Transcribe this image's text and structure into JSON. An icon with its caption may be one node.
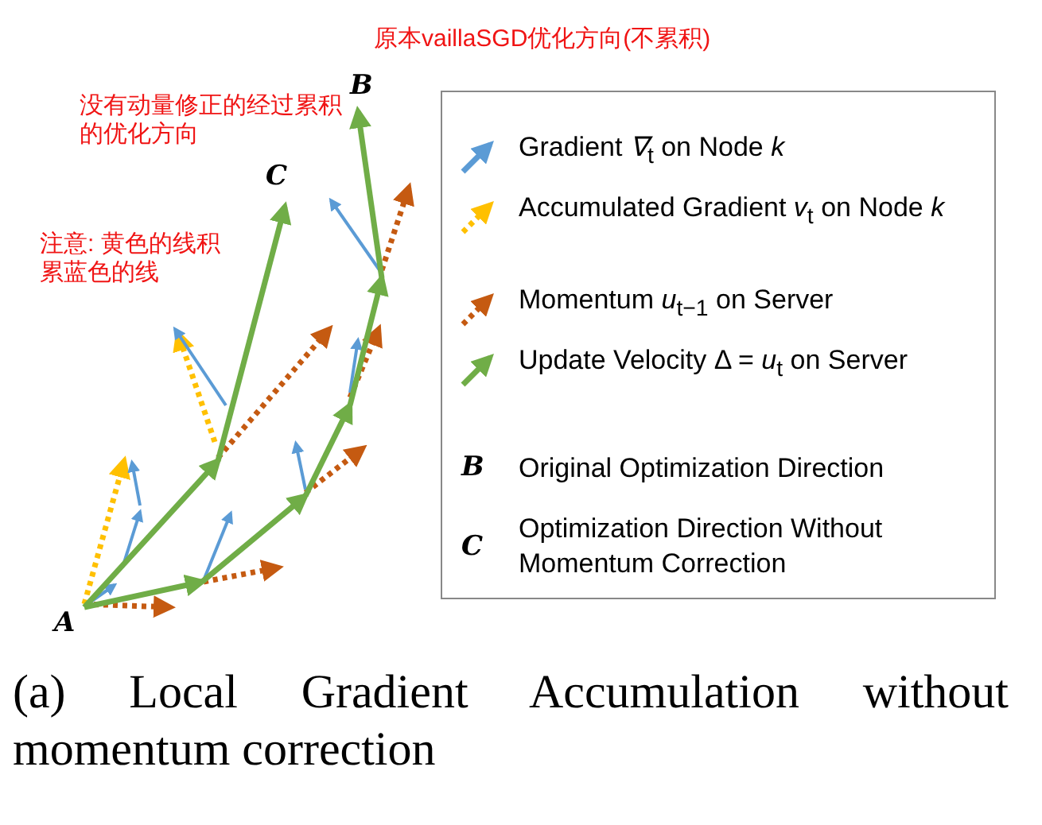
{
  "diagram": {
    "caption": "(a) Local Gradient Accumulation without momentum correction",
    "labels": [
      "原本vaillaSGD优化方向(不累积)",
      "B",
      "没有动量修正的经过累积的优化方向",
      "C",
      "注意: 黄色的线积累蓝色的线",
      "A",
      "B",
      "C"
    ],
    "legend": [
      {
        "text": "Gradient *∇*$_{t}$ on Node *k*"
      },
      {
        "text": "Accumulated Gradient *v*$_{t}$ on Node *k*"
      },
      {
        "text": "Momentum *u*$_{t−1}$ on Server"
      },
      {
        "text": "Update Velocity Δ = *u*$_{t}$ on Server"
      },
      {
        "text": "Original Optimization Direction"
      },
      {
        "text": "Optimization Direction Without Momentum Correction"
      }
    ]
  }
}
